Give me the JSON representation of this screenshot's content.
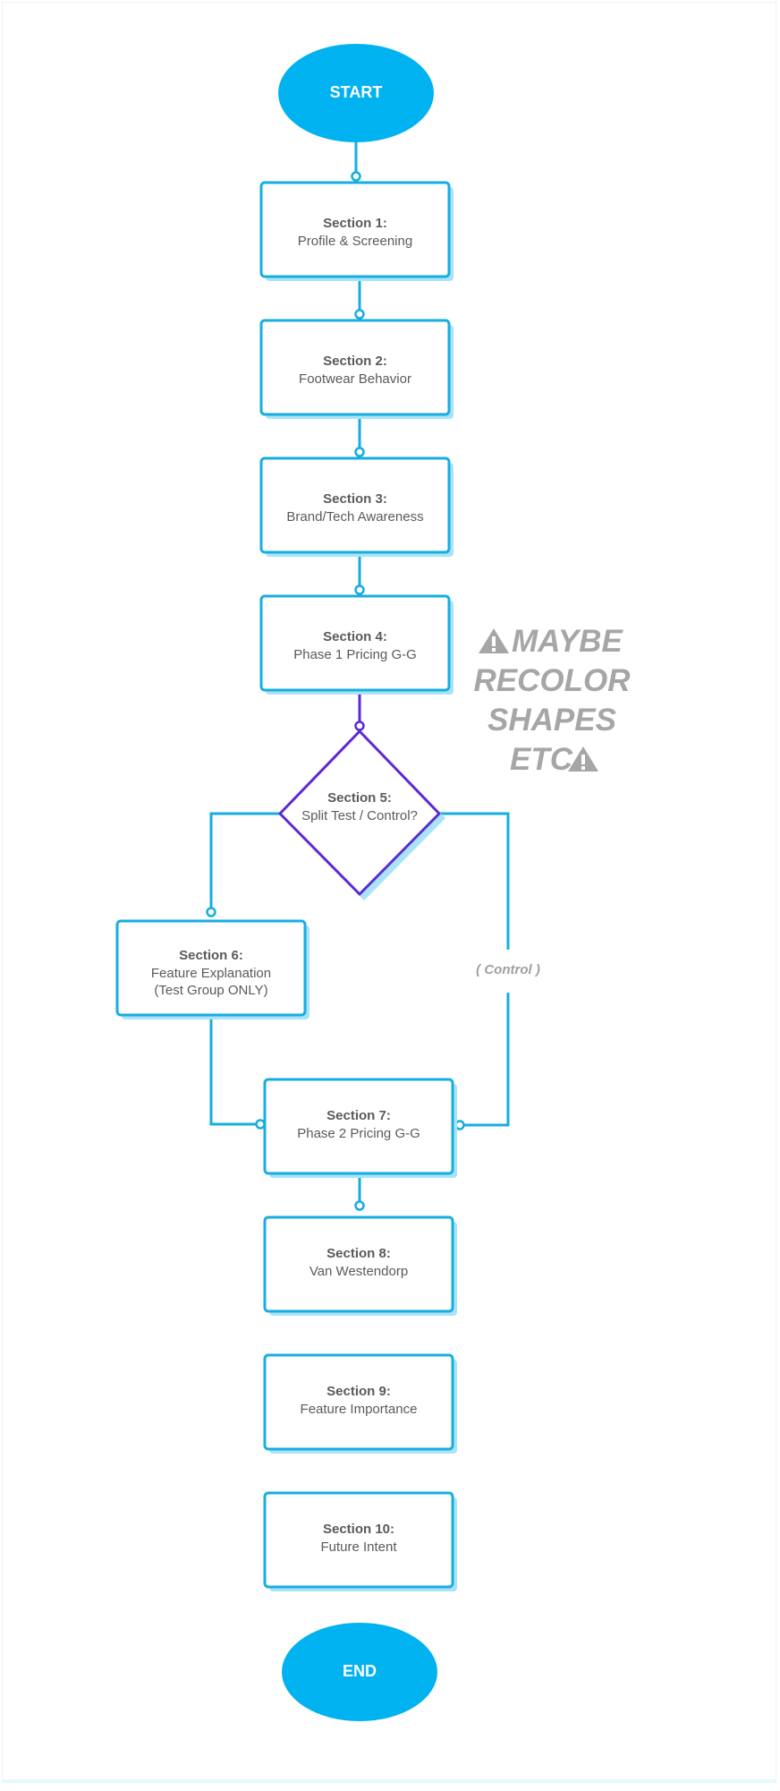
{
  "start_label": "START",
  "end_label": "END",
  "sections": [
    {
      "title": "Section 1:",
      "lines": [
        "Profile & Screening"
      ]
    },
    {
      "title": "Section 2:",
      "lines": [
        "Footwear Behavior"
      ]
    },
    {
      "title": "Section 3:",
      "lines": [
        "Brand/Tech Awareness"
      ]
    },
    {
      "title": "Section 4:",
      "lines": [
        "Phase 1 Pricing G-G"
      ]
    },
    {
      "title": "Section 5:",
      "lines": [
        "Split Test / Control?"
      ]
    },
    {
      "title": "Section 6:",
      "lines": [
        "Feature Explanation",
        "(Test Group ONLY)"
      ]
    },
    {
      "title": "Section 7:",
      "lines": [
        "Phase 2 Pricing G-G"
      ]
    },
    {
      "title": "Section 8:",
      "lines": [
        "Van Westendorp"
      ]
    },
    {
      "title": "Section 9:",
      "lines": [
        "Feature Importance"
      ]
    },
    {
      "title": "Section 10:",
      "lines": [
        "Future Intent"
      ]
    }
  ],
  "control_label": "( Control )",
  "note": {
    "lines": [
      "MAYBE",
      "RECOLOR",
      "SHAPES",
      "ETC"
    ],
    "icon": "warning-icon"
  },
  "colors": {
    "accent": "#00b2f0",
    "box_stroke": "#16aee0",
    "box_shadow": "#a8e3f7",
    "diamond_stroke": "#5b2ad6",
    "text": "#5a5a5a"
  }
}
